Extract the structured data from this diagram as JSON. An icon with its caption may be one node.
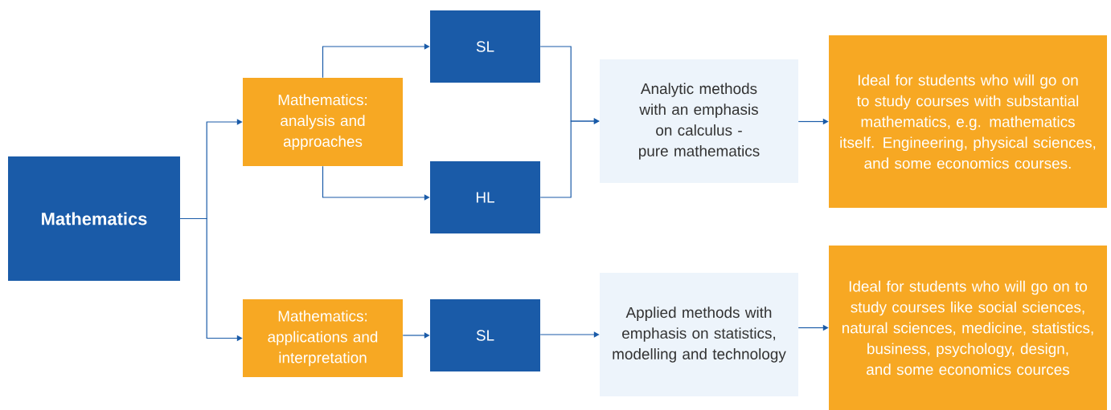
{
  "diagram": {
    "nodes": [
      {
        "text": [
          "Mathematics"
        ]
      },
      {
        "text": [
          "Mathematics: analysis and approaches"
        ]
      },
      {
        "text": [
          "Mathematics: applications and interpretation"
        ]
      },
      {
        "text": [
          "SL"
        ]
      },
      {
        "text": [
          "HL"
        ]
      },
      {
        "text": [
          "SL"
        ]
      },
      {
        "text": [
          "Analytic methods with an emphasis on calculus - pure mathematics"
        ]
      },
      {
        "text": [
          "Applied methods with emphasis on statistics, modelling and technology"
        ]
      },
      {
        "text": [
          "Ideal for students who will go on to study courses with substantial mathematics, e.g. mathematics itself. Engineering, physical sciences, and some economics courses."
        ]
      },
      {
        "text": [
          "Ideal for students who will go on to study courses like social sciences, natural sciences, medicine, statistics, business, psychology, design, and some economics cources"
        ]
      }
    ],
    "edges": [
      {
        "from": 0,
        "to": 1,
        "arrow": "to"
      },
      {
        "from": 0,
        "to": 2,
        "arrow": "to"
      },
      {
        "from": 1,
        "to": 3,
        "arrow": "to"
      },
      {
        "from": 1,
        "to": 4,
        "arrow": "to"
      },
      {
        "from": 2,
        "to": 5,
        "arrow": "to"
      },
      {
        "from": 3,
        "to": 6,
        "arrow": "to"
      },
      {
        "from": 4,
        "to": 6,
        "arrow": "to"
      },
      {
        "from": 5,
        "to": 7,
        "arrow": "to"
      },
      {
        "from": 6,
        "to": 8,
        "arrow": "to"
      },
      {
        "from": 7,
        "to": 9,
        "arrow": "to"
      }
    ]
  }
}
